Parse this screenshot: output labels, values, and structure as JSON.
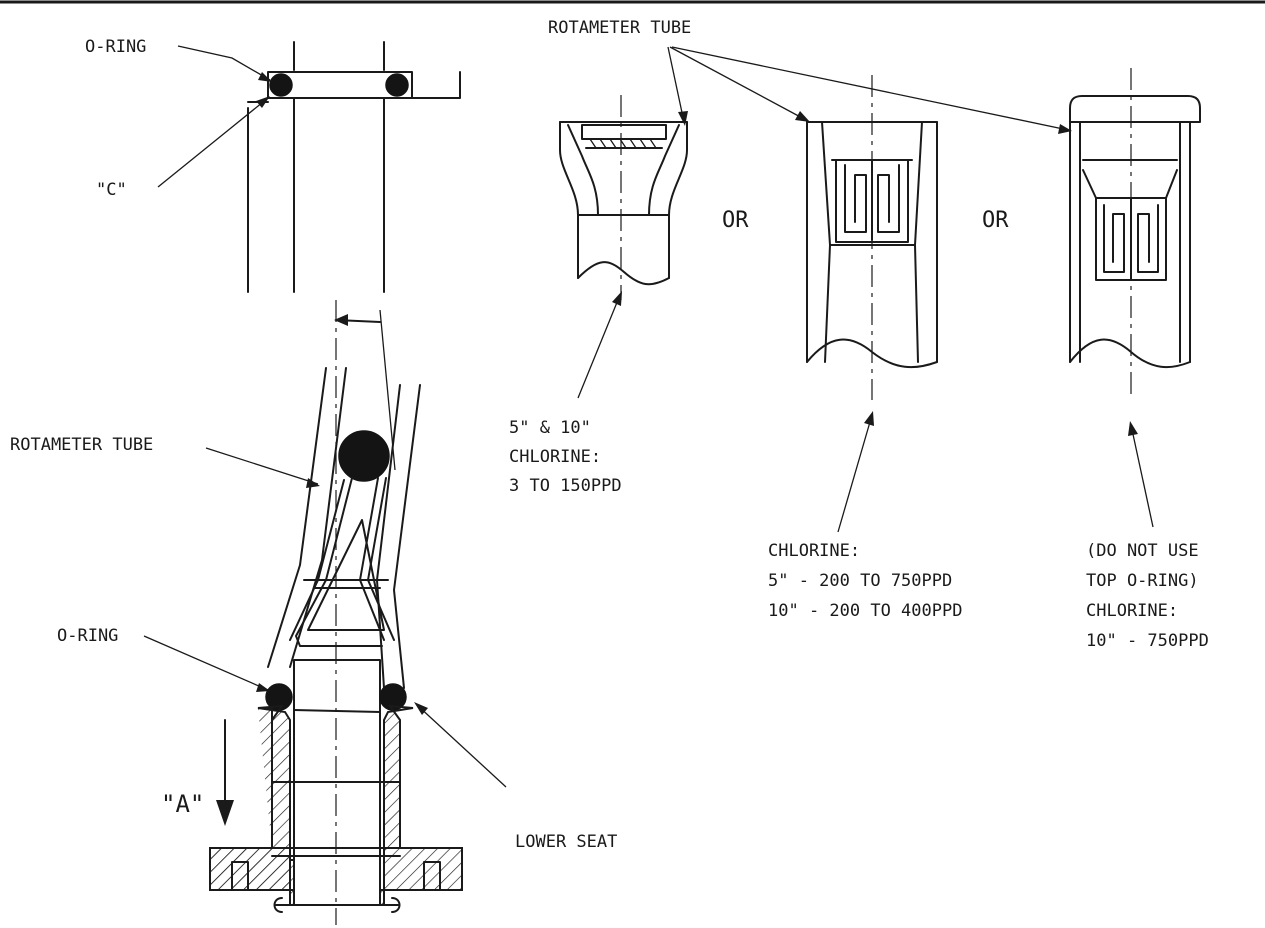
{
  "labels": {
    "o_ring_top": "O-RING",
    "detail_c": "\"C\"",
    "rotameter_tube_top": "ROTAMETER TUBE",
    "rotameter_tube_left": "ROTAMETER TUBE",
    "o_ring_bottom": "O-RING",
    "view_a": "\"A\"",
    "lower_seat": "LOWER SEAT",
    "or_1": "OR",
    "or_2": "OR"
  },
  "options": [
    {
      "lines": [
        "5\" & 10\"",
        "CHLORINE:",
        "3 TO 150PPD"
      ]
    },
    {
      "lines": [
        "CHLORINE:",
        "5\" - 200 TO 750PPD",
        "10\" - 200 TO 400PPD"
      ]
    },
    {
      "lines": [
        "(DO NOT USE",
        "TOP O-RING)",
        "CHLORINE:",
        "10\" - 750PPD"
      ]
    }
  ]
}
